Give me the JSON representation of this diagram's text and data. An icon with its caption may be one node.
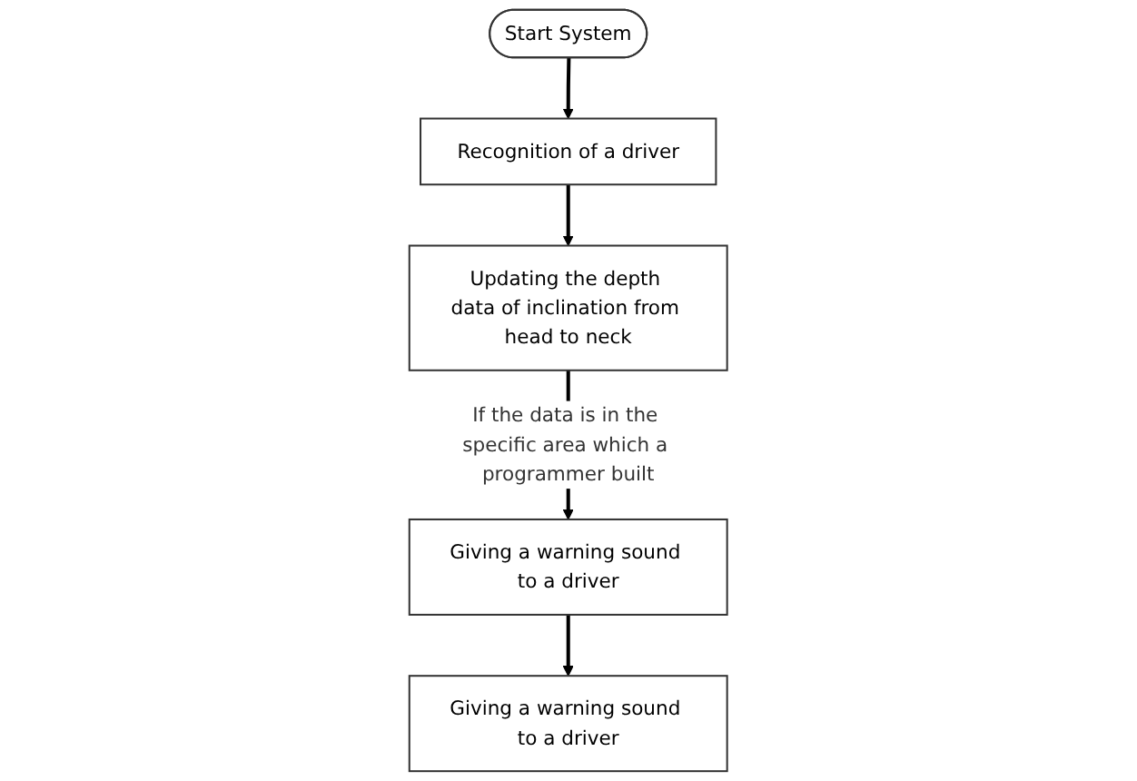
{
  "diagram": {
    "nodes": [
      {
        "text": [
          "Start System"
        ]
      },
      {
        "text": [
          "Recognition of a driver"
        ]
      },
      {
        "text": [
          "Updating the depth data of inclination from head to neck"
        ]
      },
      {
        "text": [
          "Giving a warning sound to a driver"
        ]
      },
      {
        "text": [
          "Giving a warning sound to a driver"
        ]
      }
    ],
    "edges": [
      {
        "from": 0,
        "to": 1,
        "arrow": "to"
      },
      {
        "from": 1,
        "to": 2,
        "arrow": "to"
      },
      {
        "from": 2,
        "to": 3,
        "arrow": "to",
        "label": "If the data is in the specific area which a programmer built"
      },
      {
        "from": 3,
        "to": 4,
        "arrow": "to"
      }
    ]
  }
}
